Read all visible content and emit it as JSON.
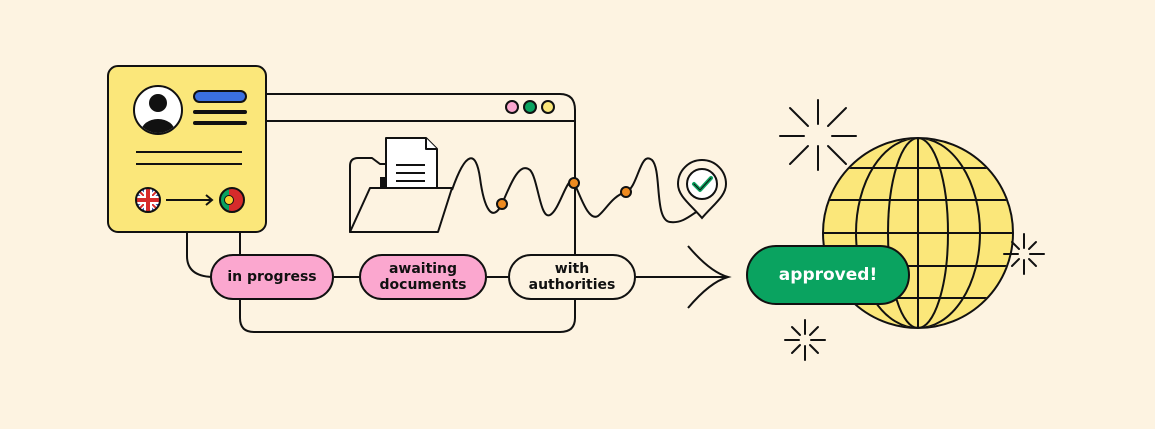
{
  "stages": {
    "in_progress": "in progress",
    "awaiting": "awaiting\ndocuments",
    "with_authorities": "with authorities",
    "approved": "approved!"
  },
  "colors": {
    "background": "#fdf3e1",
    "card_yellow": "#fbe77a",
    "pink": "#fba7cf",
    "green": "#0aa360",
    "blue": "#3a6fe0",
    "orange": "#ee8a1f",
    "globe_yellow": "#fbe77a"
  },
  "icons": [
    "avatar-icon",
    "uk-flag-icon",
    "portugal-flag-icon",
    "folder-icon",
    "document-icon",
    "location-check-icon",
    "globe-icon",
    "sparkle-icon"
  ]
}
